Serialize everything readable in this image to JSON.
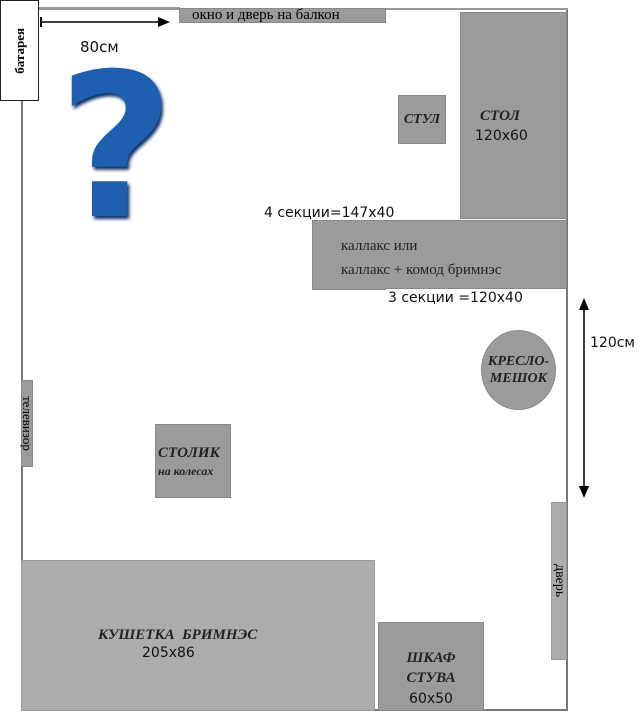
{
  "title": "План комнаты",
  "labels": {
    "battery": "батарея",
    "window": "окно и дверь на балкон",
    "width_top": "80см",
    "question": "?",
    "chair": "СТУЛ",
    "desk": "СТОЛ",
    "desk_size": "120x60",
    "kallax_4": "4 секции=147x40",
    "kallax_line1": "каллакс или",
    "kallax_line2": "каллакс + комод бримнэс",
    "kallax_3": "3 секции =120x40",
    "height_right": "120см",
    "beanbag": "КРЕСЛО-МЕШОК",
    "tv": "телевизор",
    "table": "СТОЛИК",
    "table_sub": "на колесах",
    "door": "дверь",
    "couch": "КУШЕТКА  БРИМНЭС",
    "couch_size": "205x86",
    "wardrobe_1": "ШКАФ",
    "wardrobe_2": "СТУВА",
    "wardrobe_size": "60x50"
  },
  "colors": {
    "question": "#1f5fb0",
    "furniture": "#9b9b9b"
  }
}
